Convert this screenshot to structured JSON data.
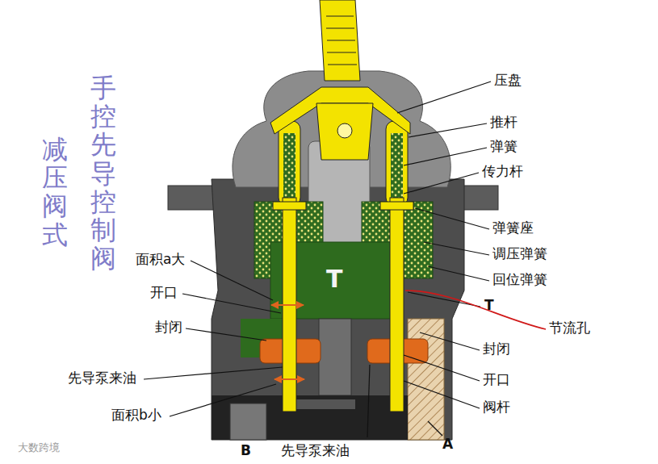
{
  "diagram": {
    "labels": [
      "减压阀式",
      "手控先导控制阀",
      "压盘",
      "推杆",
      "弹簧",
      "传力杆",
      "弹簧座",
      "调压弹簧",
      "回位弹簧",
      "T",
      "节流孔",
      "封闭",
      "开口",
      "阀杆",
      "面积a大",
      "T",
      "开口",
      "封闭",
      "先导泵来油",
      "面积b小",
      "B",
      "先导泵来油",
      "A",
      "大数跨境"
    ]
  }
}
